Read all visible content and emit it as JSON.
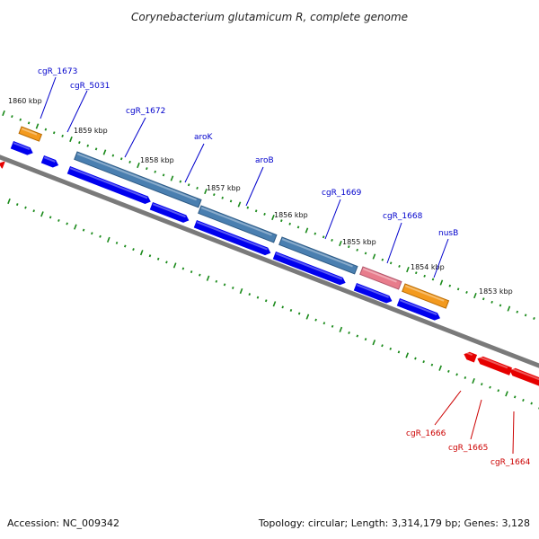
{
  "title": "Corynebacterium glutamicum R, complete genome",
  "footer": {
    "accession": "Accession: NC_009342",
    "topology": "Topology: circular; Length: 3,314,179 bp; Genes: 3,128"
  },
  "ticks": [
    "1860 kbp",
    "1859 kbp",
    "1858 kbp",
    "1857 kbp",
    "1856 kbp",
    "1855 kbp",
    "1854 kbp",
    "1853 kbp"
  ],
  "genes_forward": [
    "cgR_1673",
    "cgR_5031",
    "cgR_1672",
    "aroK",
    "aroB",
    "cgR_1669",
    "cgR_1668",
    "nusB"
  ],
  "genes_reverse": [
    "cgR_1666",
    "cgR_1665",
    "cgR_1664"
  ],
  "colors": {
    "backbone": "#7a7a7a",
    "cds": "#0000ee",
    "gene_blue": "#4a7fb0",
    "gene_orange": "#f39a1e",
    "gene_pink": "#e87c8c",
    "reverse": "#e60000",
    "tick": "#1a8a1a",
    "label_blue": "#0000cc",
    "label_red": "#cc0000"
  }
}
